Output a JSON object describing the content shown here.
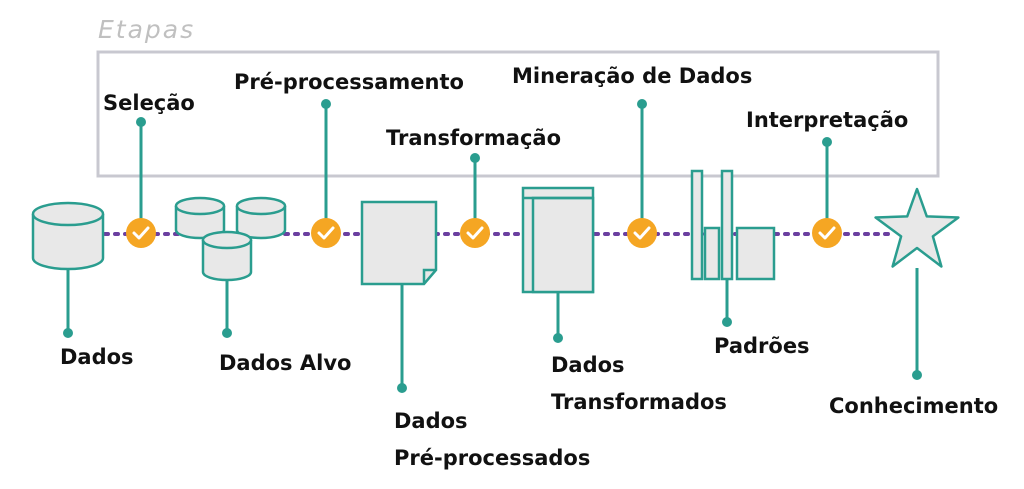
{
  "header": "Etapas",
  "stages": [
    "Seleção",
    "Pré-processamento",
    "Transformação",
    "Mineração de Dados",
    "Interpretação"
  ],
  "artifacts": [
    {
      "lines": [
        "Dados"
      ]
    },
    {
      "lines": [
        "Dados Alvo"
      ]
    },
    {
      "lines": [
        "Dados",
        "Pré-processados"
      ]
    },
    {
      "lines": [
        "Dados",
        "Transformados"
      ]
    },
    {
      "lines": [
        "Padrões"
      ]
    },
    {
      "lines": [
        "Conhecimento"
      ]
    }
  ],
  "colors": {
    "teal": "#2a9d8f",
    "teal_fill": "#e8e8e8",
    "check_orange": "#f5a623",
    "dotted_line": "#6b3fa0",
    "box_border": "#c8c8d0",
    "header_text": "#c0c0c0"
  },
  "icons": [
    "database-icon",
    "databases-icon",
    "document-icon",
    "stacked-pages-icon",
    "bars-icon",
    "star-icon"
  ]
}
